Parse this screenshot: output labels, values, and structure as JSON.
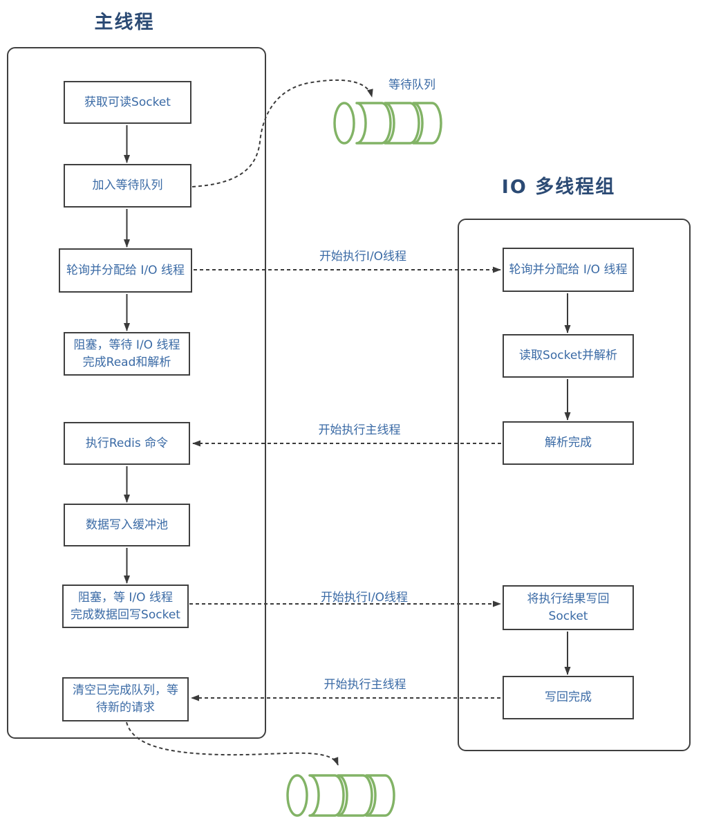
{
  "colors": {
    "box_text": "#3a6aa5",
    "title_text": "#2b4a74",
    "border": "#3f3f3f",
    "line": "#3a3a3a",
    "queue_green": "#82b366",
    "background": "#ffffff"
  },
  "main_thread": {
    "title": "主线程",
    "boxes": [
      "获取可读Socket",
      "加入等待队列",
      "轮询并分配给 I/O 线程",
      "阻塞，等待 I/O 线程\n完成Read和解析",
      "执行Redis 命令",
      "数据写入缓冲池",
      "阻塞，等 I/O 线程\n完成数据回写Socket",
      "清空已完成队列，等\n待新的请求"
    ]
  },
  "io_thread_group": {
    "title": "IO 多线程组",
    "boxes": [
      "轮询并分配给 I/O 线程",
      "读取Socket并解析",
      "解析完成",
      "将执行结果写回\nSocket",
      "写回完成"
    ]
  },
  "queue": {
    "top_label": "等待队列"
  },
  "edge_labels": [
    "开始执行I/O线程",
    "开始执行主线程",
    "开始执行I/O线程",
    "开始执行主线程"
  ]
}
